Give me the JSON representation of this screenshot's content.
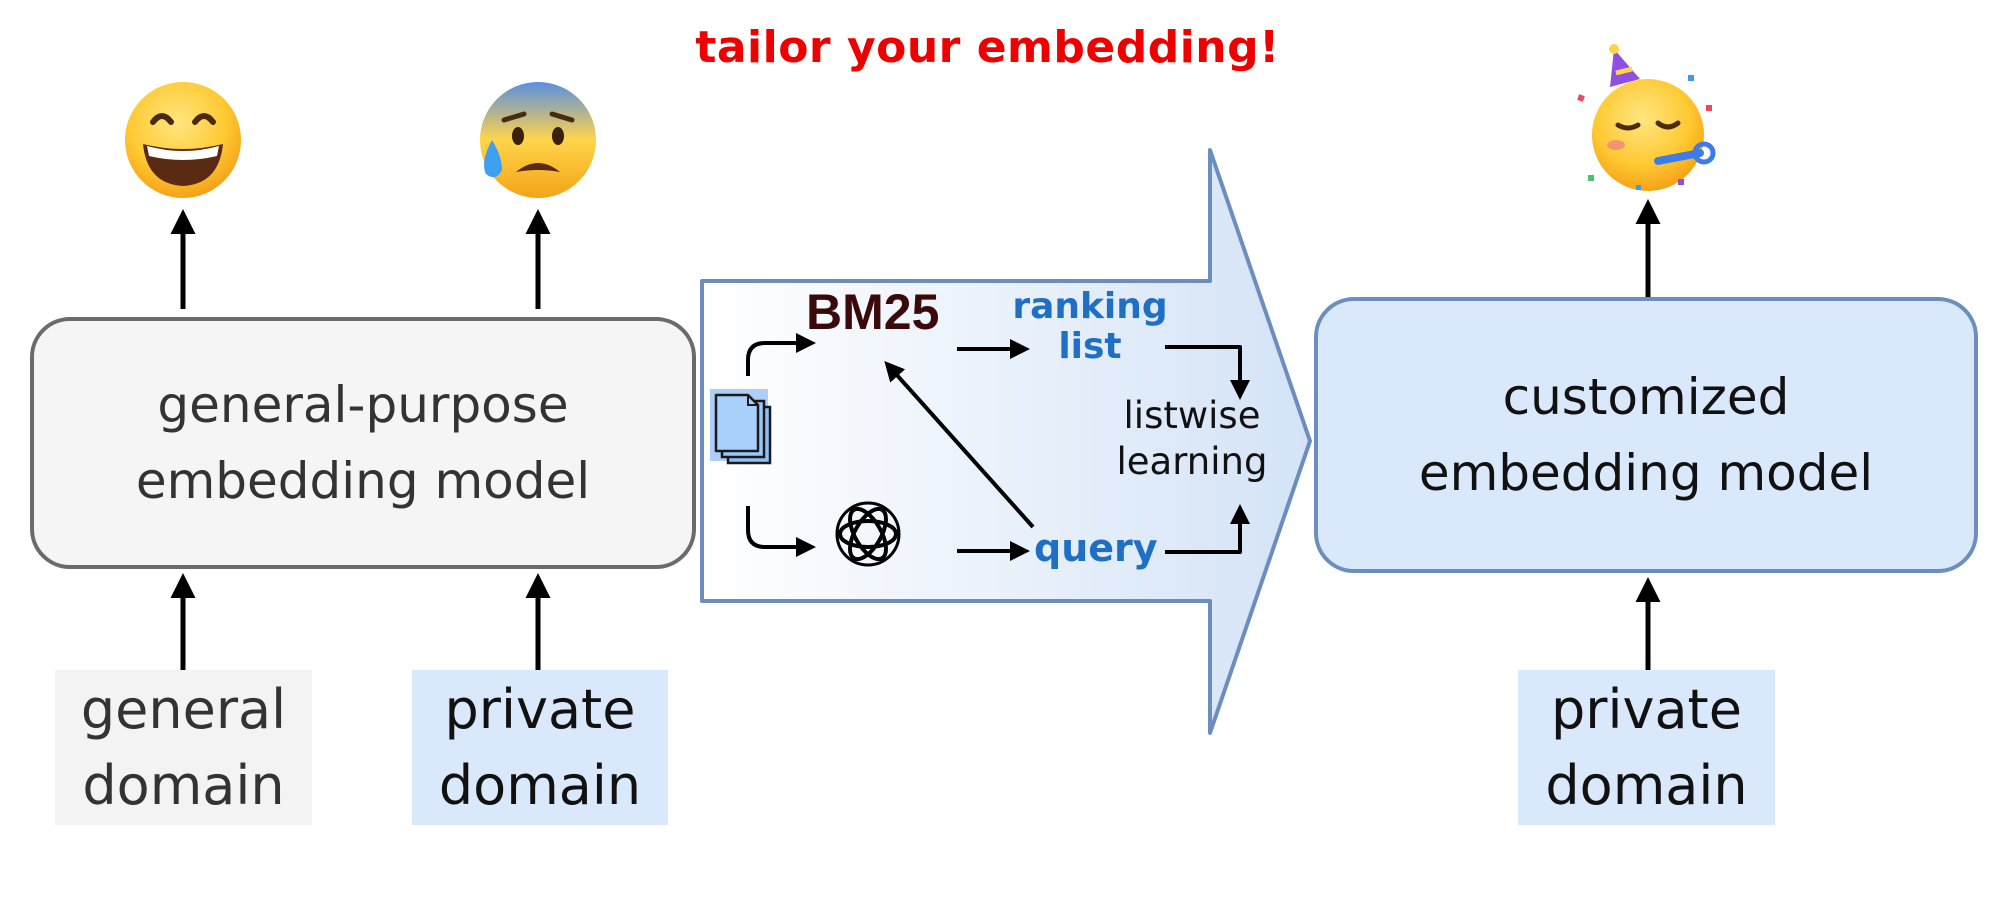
{
  "title": "tailor your embedding!",
  "general_model": {
    "line1": "general-purpose",
    "line2": "embedding model"
  },
  "custom_model": {
    "line1": "customized",
    "line2": "embedding model"
  },
  "domains": {
    "general": {
      "line1": "general",
      "line2": "domain"
    },
    "private_left": {
      "line1": "private",
      "line2": "domain"
    },
    "private_right": {
      "line1": "private",
      "line2": "domain"
    }
  },
  "pipeline": {
    "bm25": "BM25",
    "ranking_line1": "ranking",
    "ranking_line2": "list",
    "listwise_line1": "listwise",
    "listwise_line2": "learning",
    "query": "query"
  },
  "icons": {
    "general_model_output": "grinning-face-emoji",
    "private_domain_output": "anxious-face-with-sweat-emoji",
    "custom_model_output": "partying-face-emoji",
    "documents": "documents-icon",
    "llm": "openai-logo-icon"
  },
  "colors": {
    "title": "#ee0000",
    "blue_text": "#1f6fc5",
    "blue_fill": "#dae8fc",
    "blue_border": "#6c8ebf",
    "gray_fill": "#f5f5f5"
  }
}
